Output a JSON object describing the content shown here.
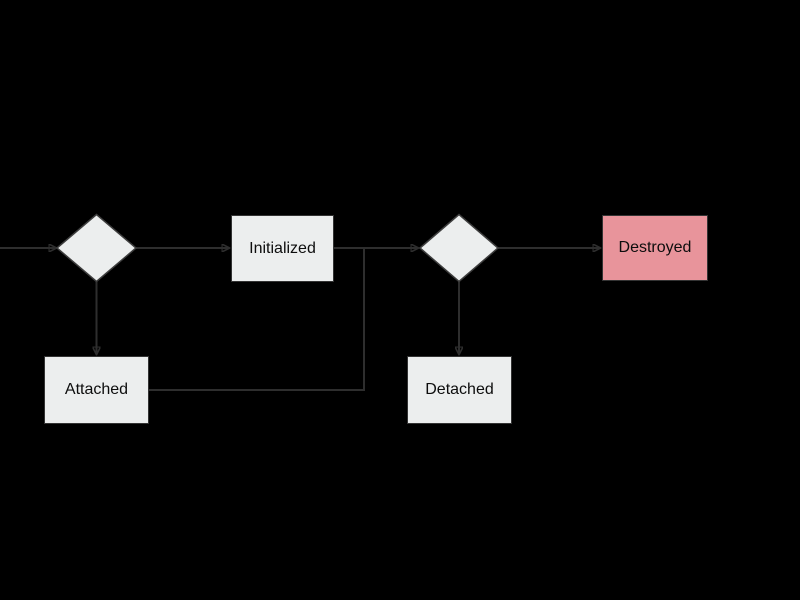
{
  "diagram": {
    "type": "state-flowchart",
    "background": "#000000",
    "nodes": {
      "choice1": {
        "shape": "diamond",
        "label": ""
      },
      "choice2": {
        "shape": "diamond",
        "label": ""
      },
      "initialized": {
        "shape": "rect",
        "label": "Initialized",
        "fill": "#eceeee"
      },
      "attached": {
        "shape": "rect",
        "label": "Attached",
        "fill": "#eceeee"
      },
      "detached": {
        "shape": "rect",
        "label": "Detached",
        "fill": "#eceeee"
      },
      "destroyed": {
        "shape": "rect",
        "label": "Destroyed",
        "fill": "#e8949b"
      }
    },
    "edges": [
      {
        "from": "offscreen-left",
        "to": "choice1",
        "arrow": true
      },
      {
        "from": "choice1",
        "to": "initialized",
        "arrow": true
      },
      {
        "from": "choice1",
        "to": "attached",
        "arrow": true
      },
      {
        "from": "initialized",
        "to": "choice2",
        "arrow": true
      },
      {
        "from": "attached",
        "to": "choice2",
        "arrow": true,
        "note": "merges into initialized-to-choice2 edge"
      },
      {
        "from": "choice2",
        "to": "destroyed",
        "arrow": true
      },
      {
        "from": "choice2",
        "to": "detached",
        "arrow": true
      }
    ],
    "colors": {
      "state_fill": "#eceeee",
      "destroyed_fill": "#e8949b",
      "node_border": "#333333",
      "edge": "#2e2e2e",
      "text": "#0d0d0d"
    }
  }
}
